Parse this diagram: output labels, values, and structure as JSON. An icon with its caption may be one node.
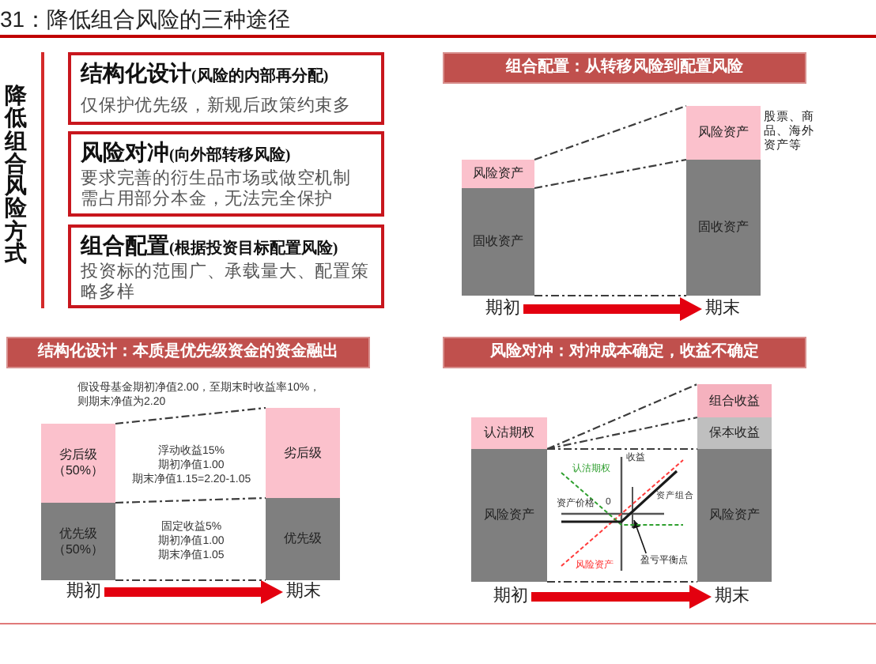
{
  "diagram": {
    "title": "31：降低组合风险的三种途径",
    "nodes": [
      {
        "text": [
          "结构化设计",
          "(风险的内部再分配)",
          "仅保护优先级，新规后政策约束多"
        ]
      },
      {
        "text": [
          "风险对冲",
          "(向外部转移风险)",
          "要求完善的衍生品市场或做空机制需占用部分本金，无法完全保护"
        ]
      },
      {
        "text": [
          "组合配置",
          "(根据投资目标配置风险)",
          "投资标的范围广、承载量大、配置策略多样"
        ]
      },
      {
        "text": [
          "组合配置：从转移风险到配置风险"
        ]
      },
      {
        "text": [
          "风险资产"
        ]
      },
      {
        "text": [
          "固收资产"
        ]
      },
      {
        "text": [
          "风险资产"
        ],
        "beside": [
          "股票、商品、海外资产等"
        ]
      },
      {
        "text": [
          "固收资产"
        ]
      },
      {
        "text": [
          "期初"
        ]
      },
      {
        "text": [
          "期末"
        ]
      },
      {
        "text": [
          "结构化设计：本质是优先级资金的资金融出"
        ]
      },
      {
        "text": [
          "劣后级",
          "（50%）"
        ]
      },
      {
        "text": [
          "优先级",
          "（50%）"
        ]
      },
      {
        "text": [
          "劣后级"
        ]
      },
      {
        "text": [
          "优先级"
        ]
      },
      {
        "text": [
          "期初"
        ]
      },
      {
        "text": [
          "期末"
        ]
      },
      {
        "text": [
          "风险对冲：对冲成本确定，收益不确定"
        ]
      },
      {
        "text": [
          "认沽期权"
        ]
      },
      {
        "text": [
          "风险资产"
        ]
      },
      {
        "text": [
          "组合收益"
        ]
      },
      {
        "text": [
          "保本收益"
        ]
      },
      {
        "text": [
          "风险资产"
        ]
      },
      {
        "text": [
          "盈亏平衡点"
        ]
      },
      {
        "text": [
          "期初"
        ]
      },
      {
        "text": [
          "期末"
        ]
      }
    ],
    "edges": [
      {
        "from": 4,
        "to": 6,
        "arrow": "none",
        "style": "dashed"
      },
      {
        "from": 5,
        "to": 7,
        "arrow": "none",
        "style": "dashed"
      },
      {
        "from": 5,
        "to": 7,
        "arrow": "none",
        "style": "dashed"
      },
      {
        "from": 8,
        "to": 9,
        "arrow": "to",
        "style": "thick",
        "color": "#e3000f"
      },
      {
        "from": 11,
        "to": 13,
        "arrow": "none",
        "style": "dashed"
      },
      {
        "from": 12,
        "to": 14,
        "arrow": "none",
        "style": "dashed"
      },
      {
        "from": 12,
        "to": 14,
        "arrow": "none",
        "style": "dashed"
      },
      {
        "from": 15,
        "to": 16,
        "arrow": "to",
        "style": "thick",
        "color": "#e3000f"
      },
      {
        "from": 18,
        "to": 20,
        "arrow": "none",
        "style": "dashed"
      },
      {
        "from": 18,
        "to": 21,
        "arrow": "none",
        "style": "dashed"
      },
      {
        "from": 19,
        "to": 22,
        "arrow": "none",
        "style": "dashed"
      },
      {
        "from": 19,
        "to": 22,
        "arrow": "none",
        "style": "dashed"
      },
      {
        "from": 23,
        "to": null,
        "arrow": "to"
      },
      {
        "from": 24,
        "to": 25,
        "arrow": "to",
        "style": "thick",
        "color": "#e3000f"
      }
    ],
    "labels": [
      "降低组合风险方式",
      "假设母基金期初净值2.00，至期末时收益率10%，则期末净值为2.20",
      "浮动收益15%",
      "期初净值1.00",
      "期末净值1.15=2.20-1.05",
      "固定收益5%",
      "期初净值1.00",
      "期末净值1.05",
      "收益",
      "认沽期权",
      "资产价格",
      "0",
      "资产组合",
      "风险资产"
    ]
  }
}
